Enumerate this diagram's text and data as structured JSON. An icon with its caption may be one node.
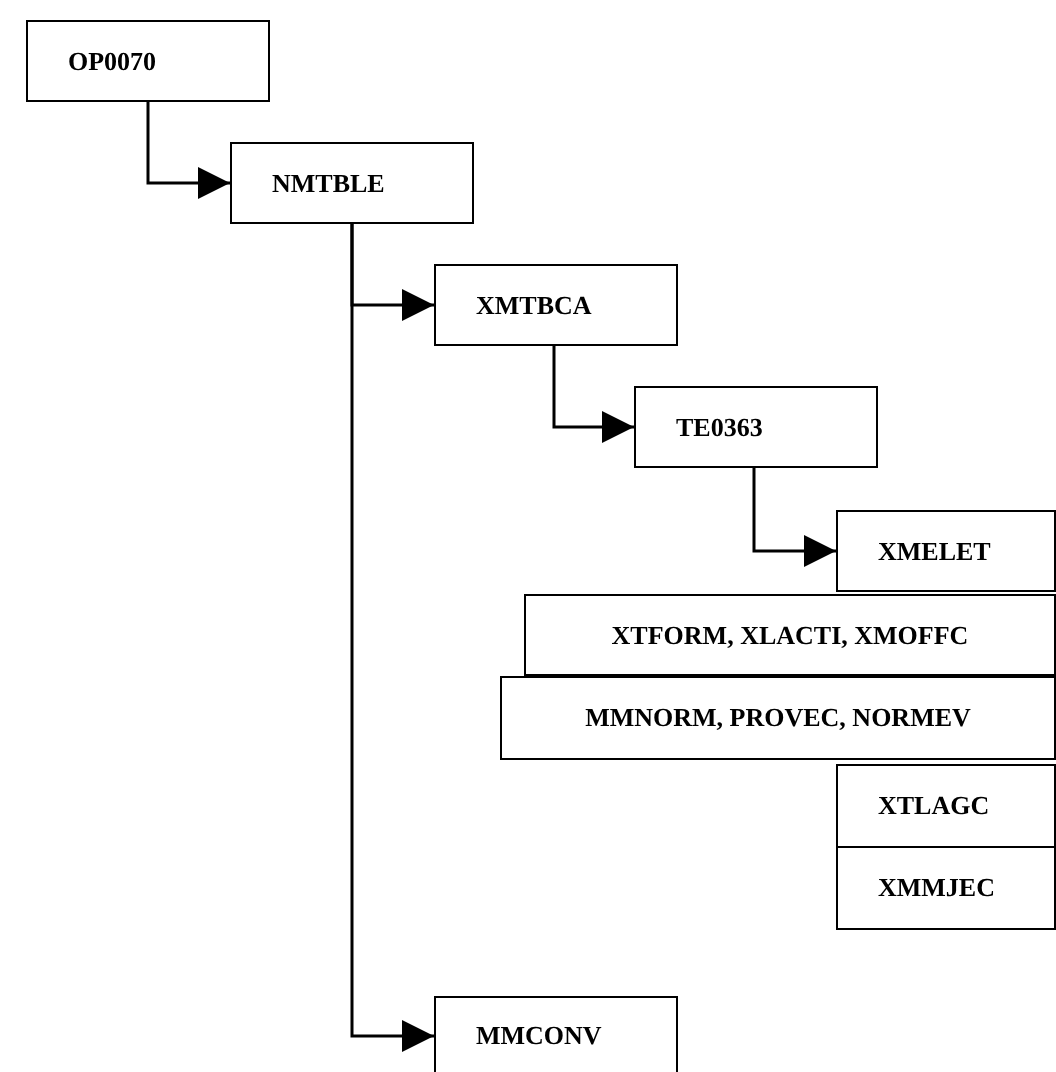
{
  "diagram": {
    "nodes": [
      {
        "text": [
          "OP0070"
        ]
      },
      {
        "text": [
          "NMTBLE"
        ]
      },
      {
        "text": [
          "XMTBCA"
        ]
      },
      {
        "text": [
          "TE0363"
        ]
      },
      {
        "text": [
          "XMELET"
        ]
      },
      {
        "text": [
          "XTFORM, XLACTI, XMOFFC"
        ]
      },
      {
        "text": [
          "MMNORM, PROVEC, NORMEV"
        ]
      },
      {
        "text": [
          "XTLAGC"
        ]
      },
      {
        "text": [
          "XMMJEC"
        ]
      },
      {
        "text": [
          "MMCONV"
        ]
      }
    ],
    "edges": [
      {
        "from": 0,
        "to": 1,
        "arrow": "to"
      },
      {
        "from": 1,
        "to": 2,
        "arrow": "to"
      },
      {
        "from": 2,
        "to": 3,
        "arrow": "to"
      },
      {
        "from": 3,
        "to": 4,
        "arrow": "to"
      },
      {
        "from": 1,
        "to": 9,
        "arrow": "to"
      }
    ]
  }
}
